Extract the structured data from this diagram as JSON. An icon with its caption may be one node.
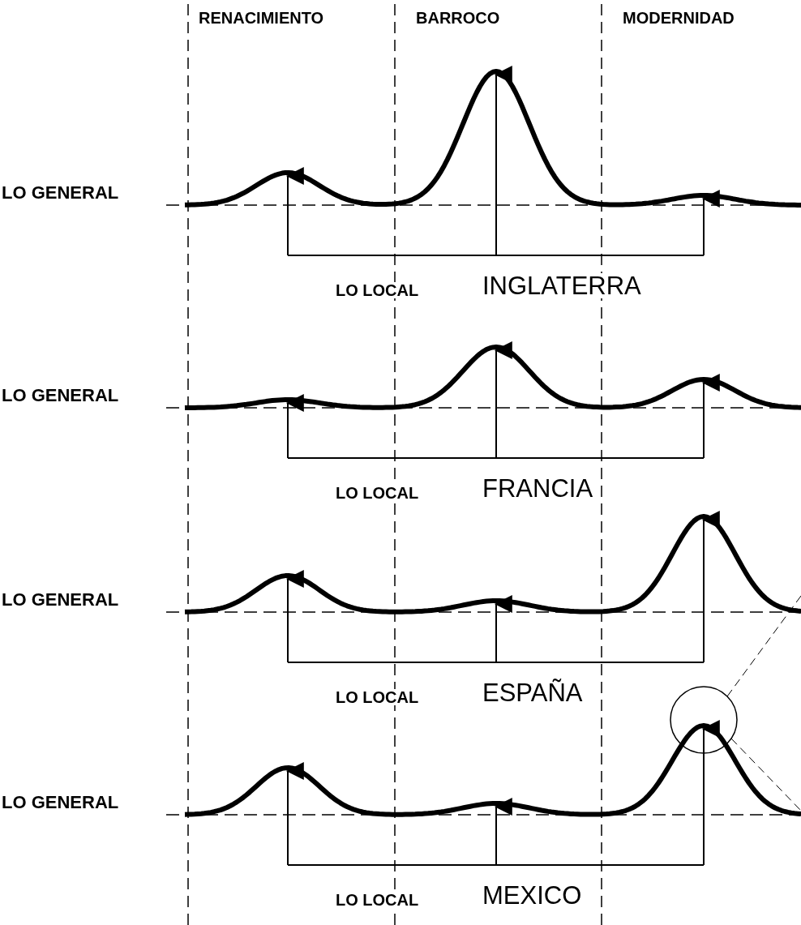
{
  "diagram": {
    "labels": [
      "RENACIMIENTO",
      "BARROCO",
      "MODERNIDAD",
      "LO GENERAL",
      "LO LOCAL",
      "INGLATERRA",
      "LO GENERAL",
      "LO LOCAL",
      "FRANCIA",
      "LO GENERAL",
      "LO LOCAL",
      "ESPAÑA",
      "LO GENERAL",
      "LO LOCAL",
      "MEXICO"
    ]
  }
}
